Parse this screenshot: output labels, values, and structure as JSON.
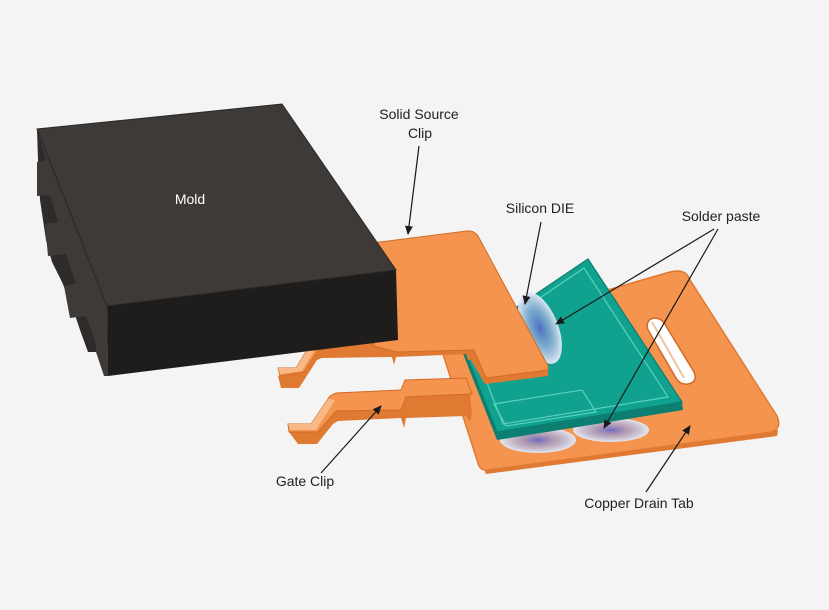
{
  "labels": {
    "mold": "Mold",
    "source_clip_line1": "Solid Source",
    "source_clip_line2": "Clip",
    "silicon_die": "Silicon DIE",
    "solder_paste": "Solder paste",
    "gate_clip": "Gate Clip",
    "drain_tab": "Copper Drain Tab"
  },
  "colors": {
    "background": "#f4f4f4",
    "mold_top": "#3d3a38",
    "mold_front": "#1f1d1c",
    "mold_side": "#2e2b2a",
    "copper": "#f5944e",
    "copper_dark": "#e07a33",
    "copper_light": "#f9b987",
    "die_green": "#11a28f",
    "die_green_dark": "#0c7f70",
    "die_outline": "#5ad1bd",
    "solder_blob": "#dbe4f3",
    "solder_core": "#5a5fd0",
    "arrow": "#1a1a1a"
  }
}
